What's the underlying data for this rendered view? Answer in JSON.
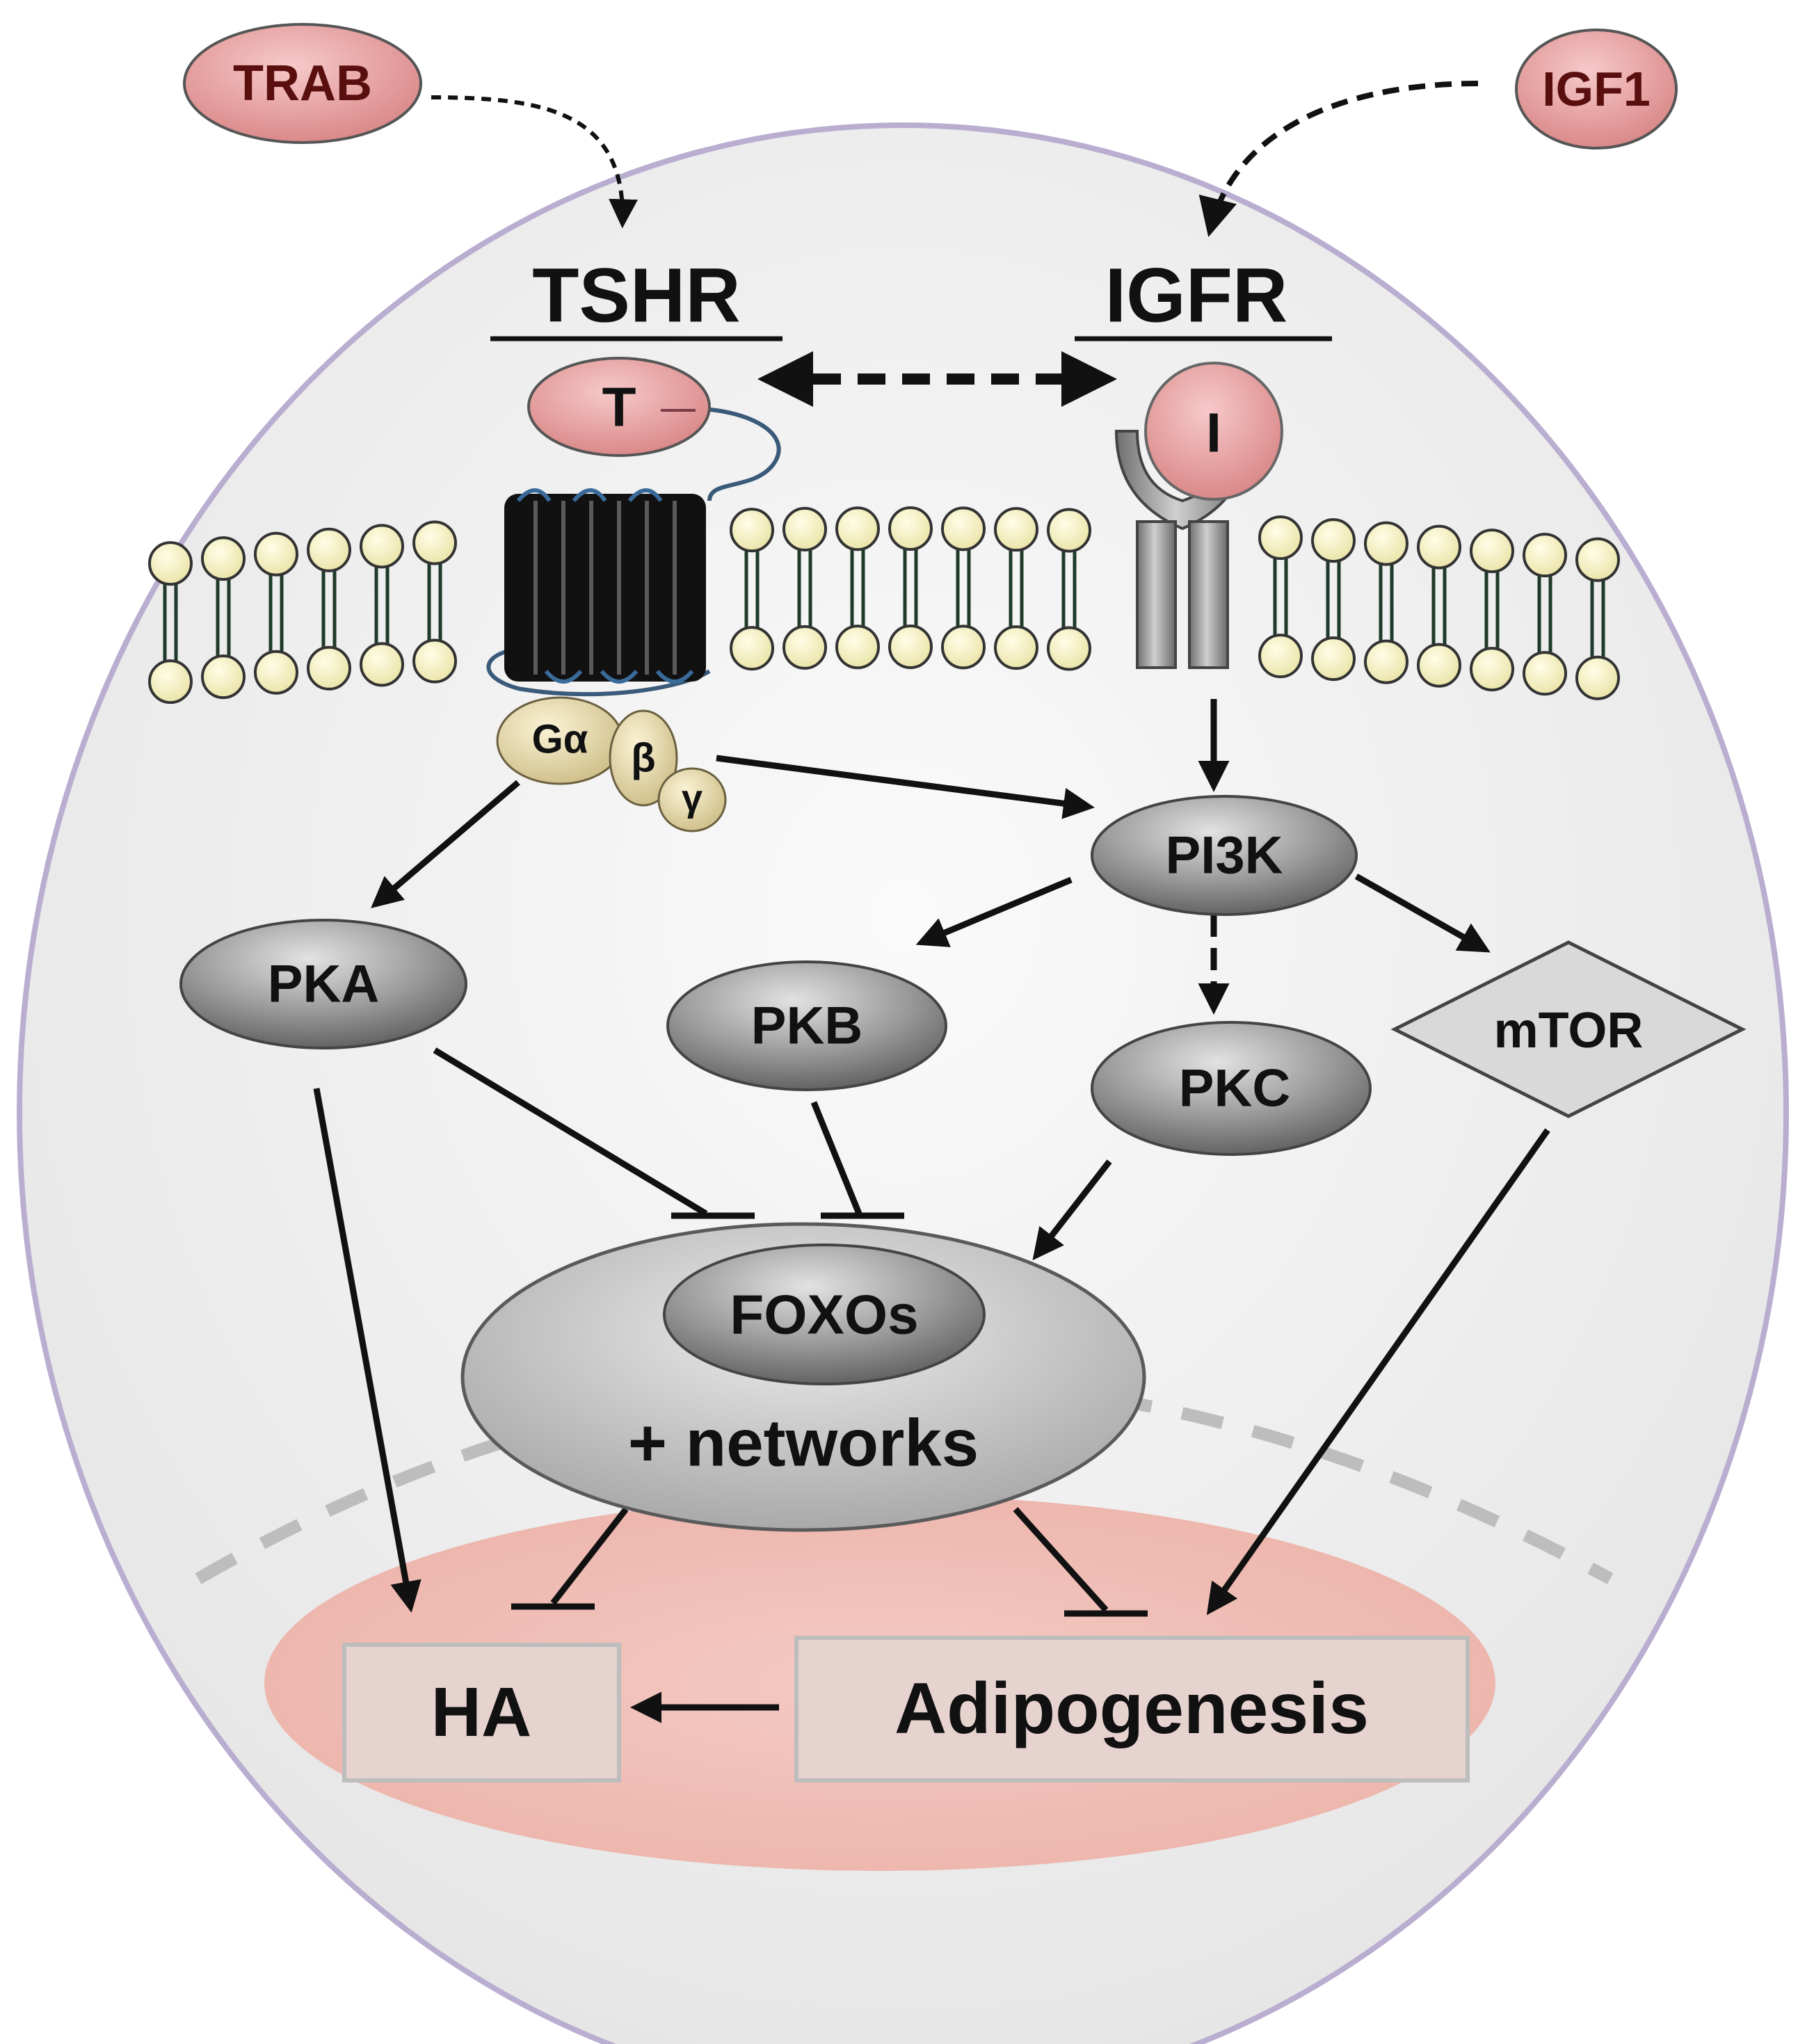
{
  "ligands": {
    "trab": "TRAB",
    "igf1": "IGF1"
  },
  "receptors": {
    "tshr": "TSHR",
    "igfr": "IGFR",
    "tshr_ligand": "T",
    "igfr_ligand": "I"
  },
  "g_protein": {
    "alpha": "Gα",
    "beta": "β",
    "gamma": "γ"
  },
  "nodes": {
    "pi3k": "PI3K",
    "pka": "PKA",
    "pkb": "PKB",
    "pkc": "PKC",
    "mtor": "mTOR",
    "foxos": "FOXOs",
    "networks": "+ networks"
  },
  "outcomes": {
    "ha": "HA",
    "adipogenesis": "Adipogenesis"
  },
  "colors": {
    "ligand_fill": "#e8a0a0",
    "node_fill": "#8a8a8a",
    "cell_fill": "#f2f2f2",
    "cell_border": "#b9aed0",
    "nucleus_fill": "#f2c4bd",
    "lipid_head": "#fbf7c6",
    "g_protein_fill": "#eadfb4"
  }
}
